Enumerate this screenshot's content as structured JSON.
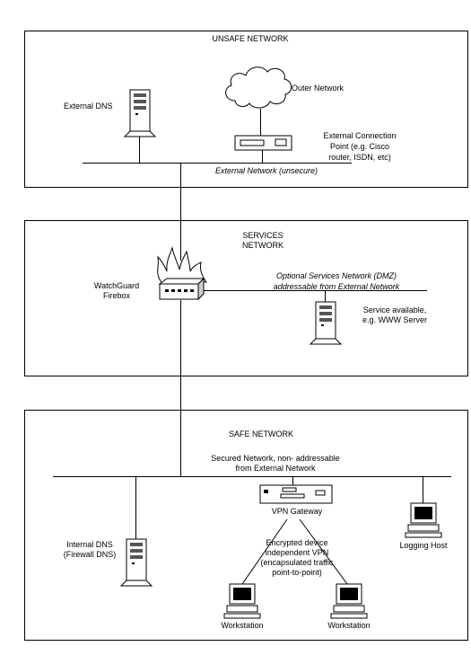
{
  "zones": {
    "unsafe": "UNSAFE NETWORK",
    "services_line1": "SERVICES",
    "services_line2": "NETWORK",
    "safe": "SAFE NETWORK"
  },
  "nodes": {
    "external_dns": "External DNS",
    "outer_network": "Outer Network",
    "ext_conn_1": "External Connection",
    "ext_conn_2": "Point (e.g. Cisco",
    "ext_conn_3": "router, ISDN, etc)",
    "watchguard_1": "WatchGuard",
    "watchguard_2": "Firebox",
    "service_1": "Service available,",
    "service_2": "e.g. WWW Server",
    "vpn_gateway": "VPN Gateway",
    "internal_dns_1": "Internal DNS",
    "internal_dns_2": "(Firewall DNS)",
    "logging_host": "Logging Host",
    "workstation_left": "Workstation",
    "workstation_right": "Workstation"
  },
  "networks": {
    "external": "External Network (unsecure)",
    "dmz_1": "Optional Services Network (DMZ)",
    "dmz_2": "addressable from External Network",
    "secured_1": "Secured Network, non- addressable",
    "secured_2": "from External Network",
    "vpn_1": "Encrypted device",
    "vpn_2": "independent VPN",
    "vpn_3": "(encapsulated traffic",
    "vpn_4": "point-to-point)"
  }
}
